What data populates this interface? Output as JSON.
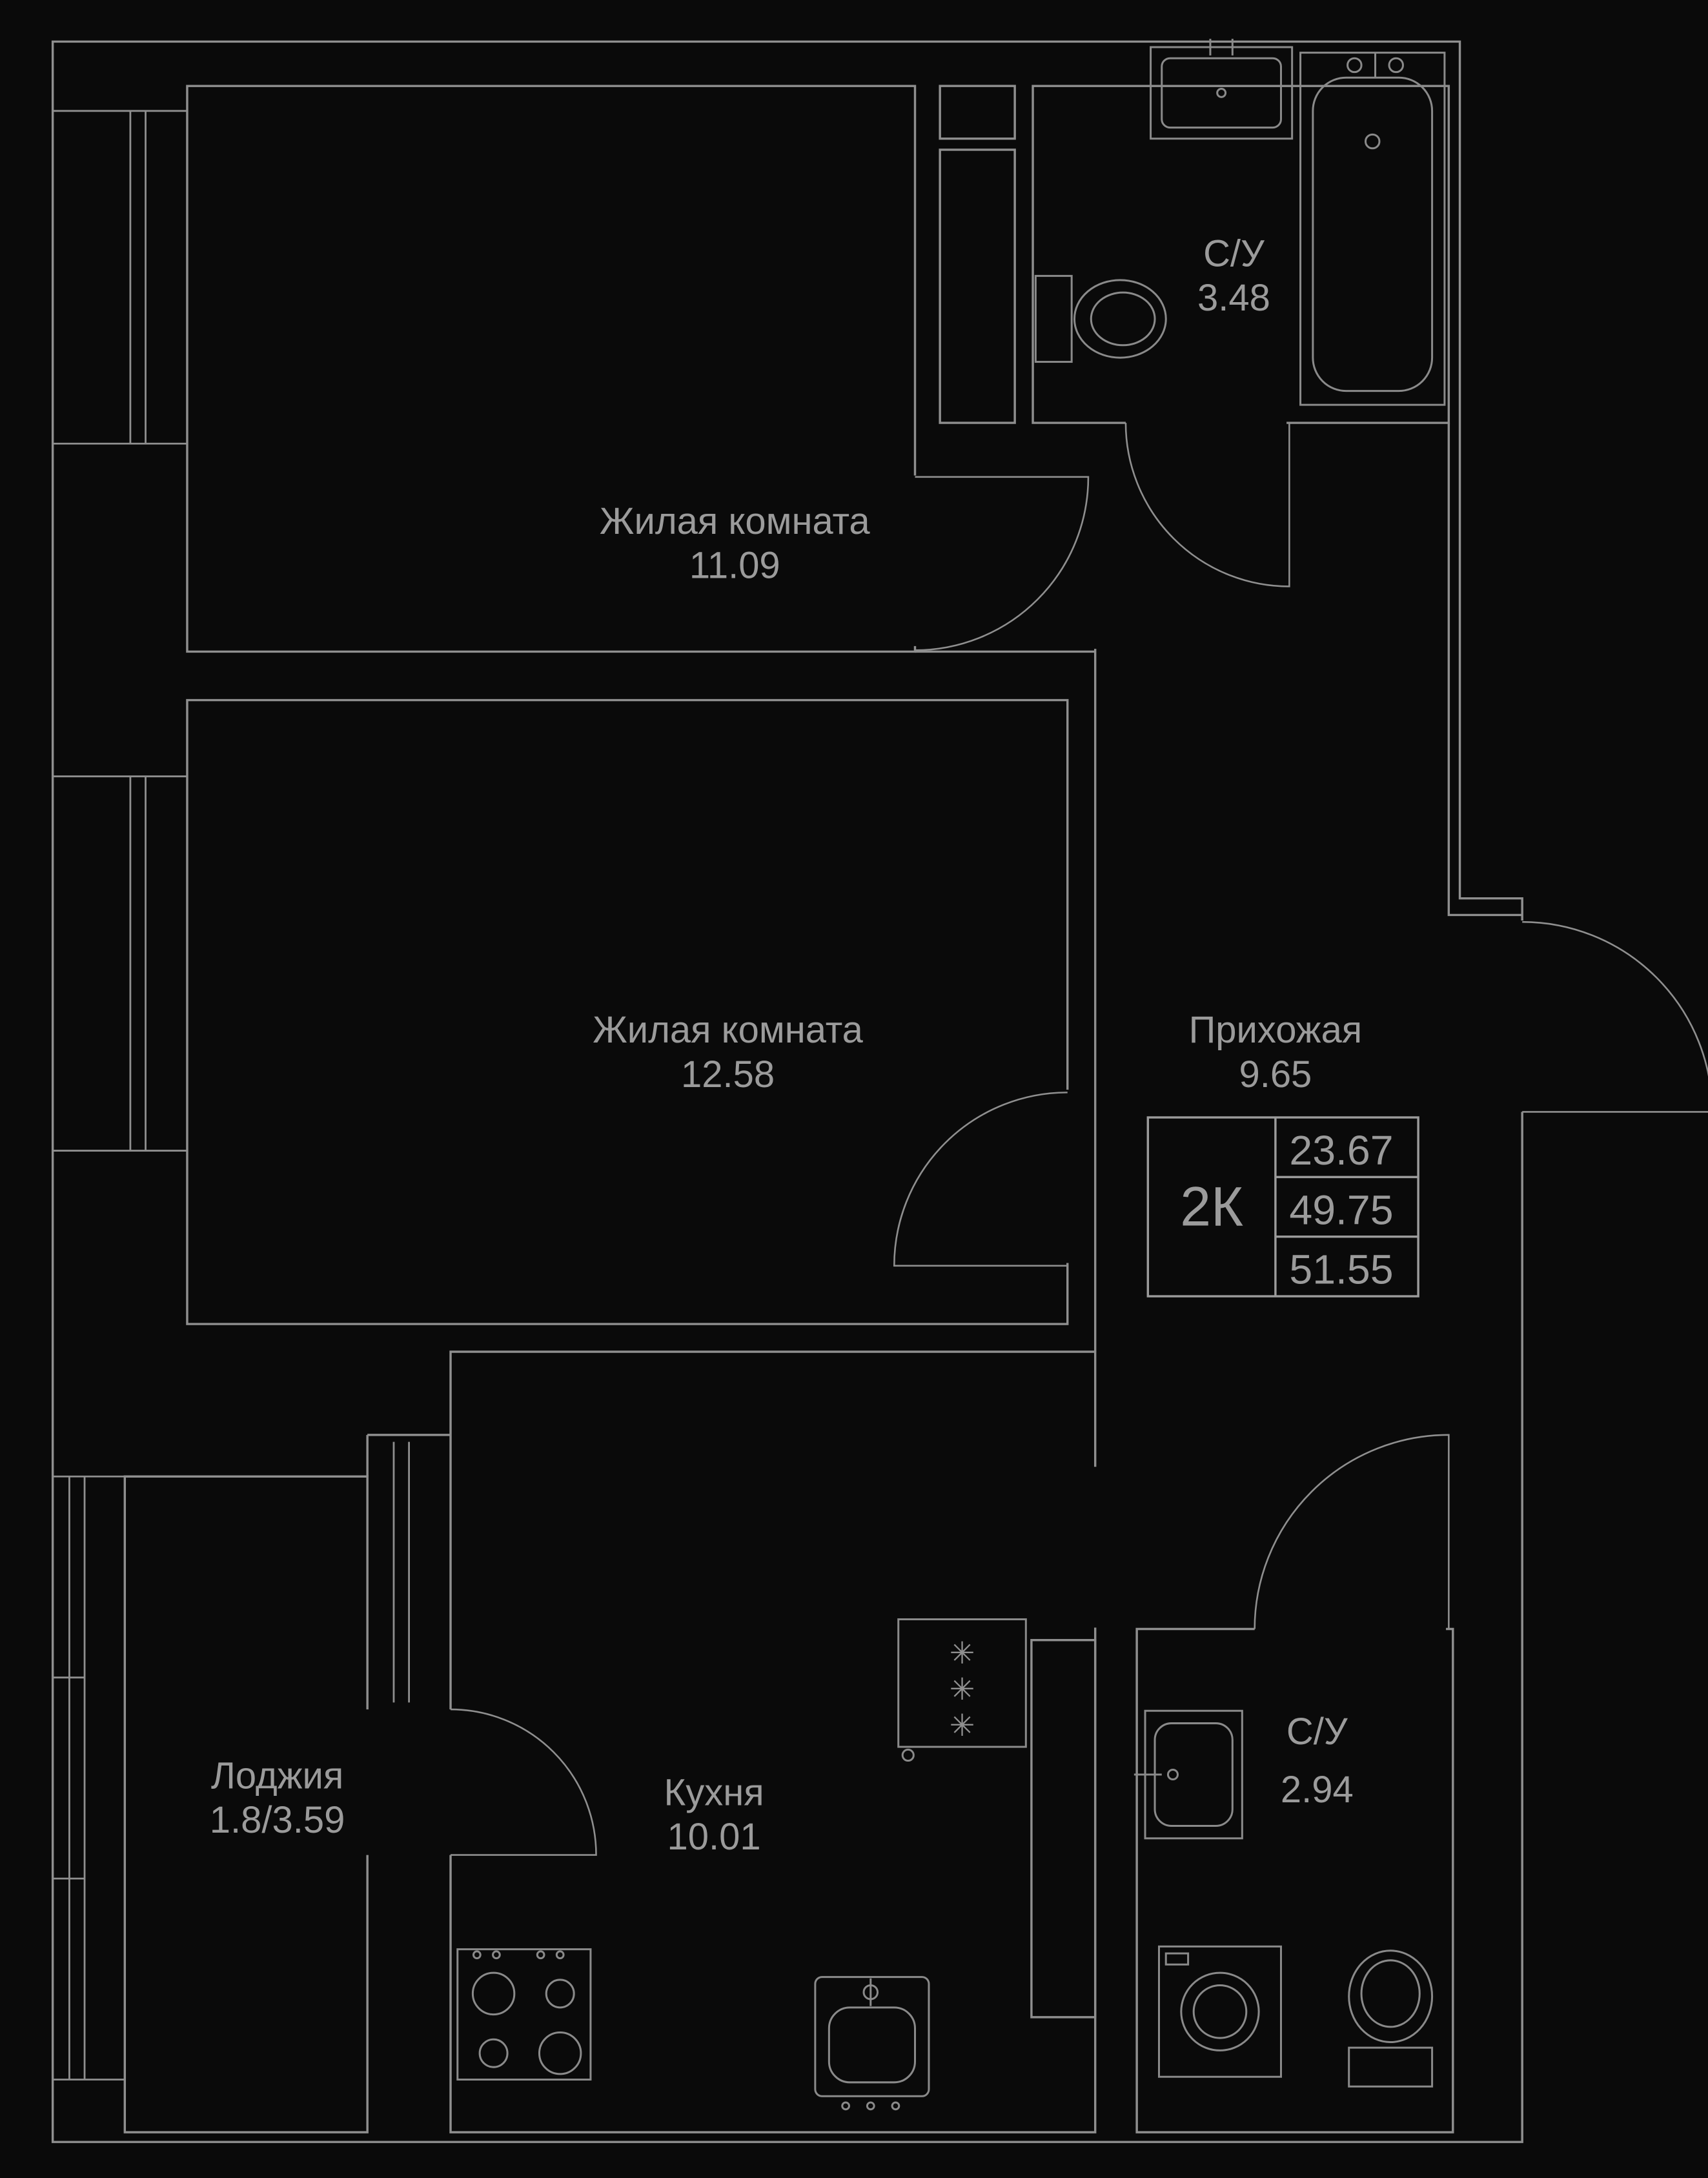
{
  "plan": {
    "rooms": {
      "living1": {
        "name": "Жилая комната",
        "area": "11.09"
      },
      "living2": {
        "name": "Жилая комната",
        "area": "12.58"
      },
      "hallway": {
        "name": "Прихожая",
        "area": "9.65"
      },
      "bathroom1": {
        "name": "С/У",
        "area": "3.48"
      },
      "bathroom2": {
        "name": "С/У",
        "area": "2.94"
      },
      "kitchen": {
        "name": "Кухня",
        "area": "10.01"
      },
      "loggia": {
        "name": "Лоджия",
        "area": "1.8/3.59"
      }
    },
    "unit_box": {
      "type": "2К",
      "area_rows": [
        "23.67",
        "49.75",
        "51.55"
      ]
    },
    "icons": {
      "fridge_snowflake": "✳"
    },
    "colors": {
      "background": "#0a0a0a",
      "line": "#8f8f8f",
      "text": "#9b9b9b"
    }
  }
}
